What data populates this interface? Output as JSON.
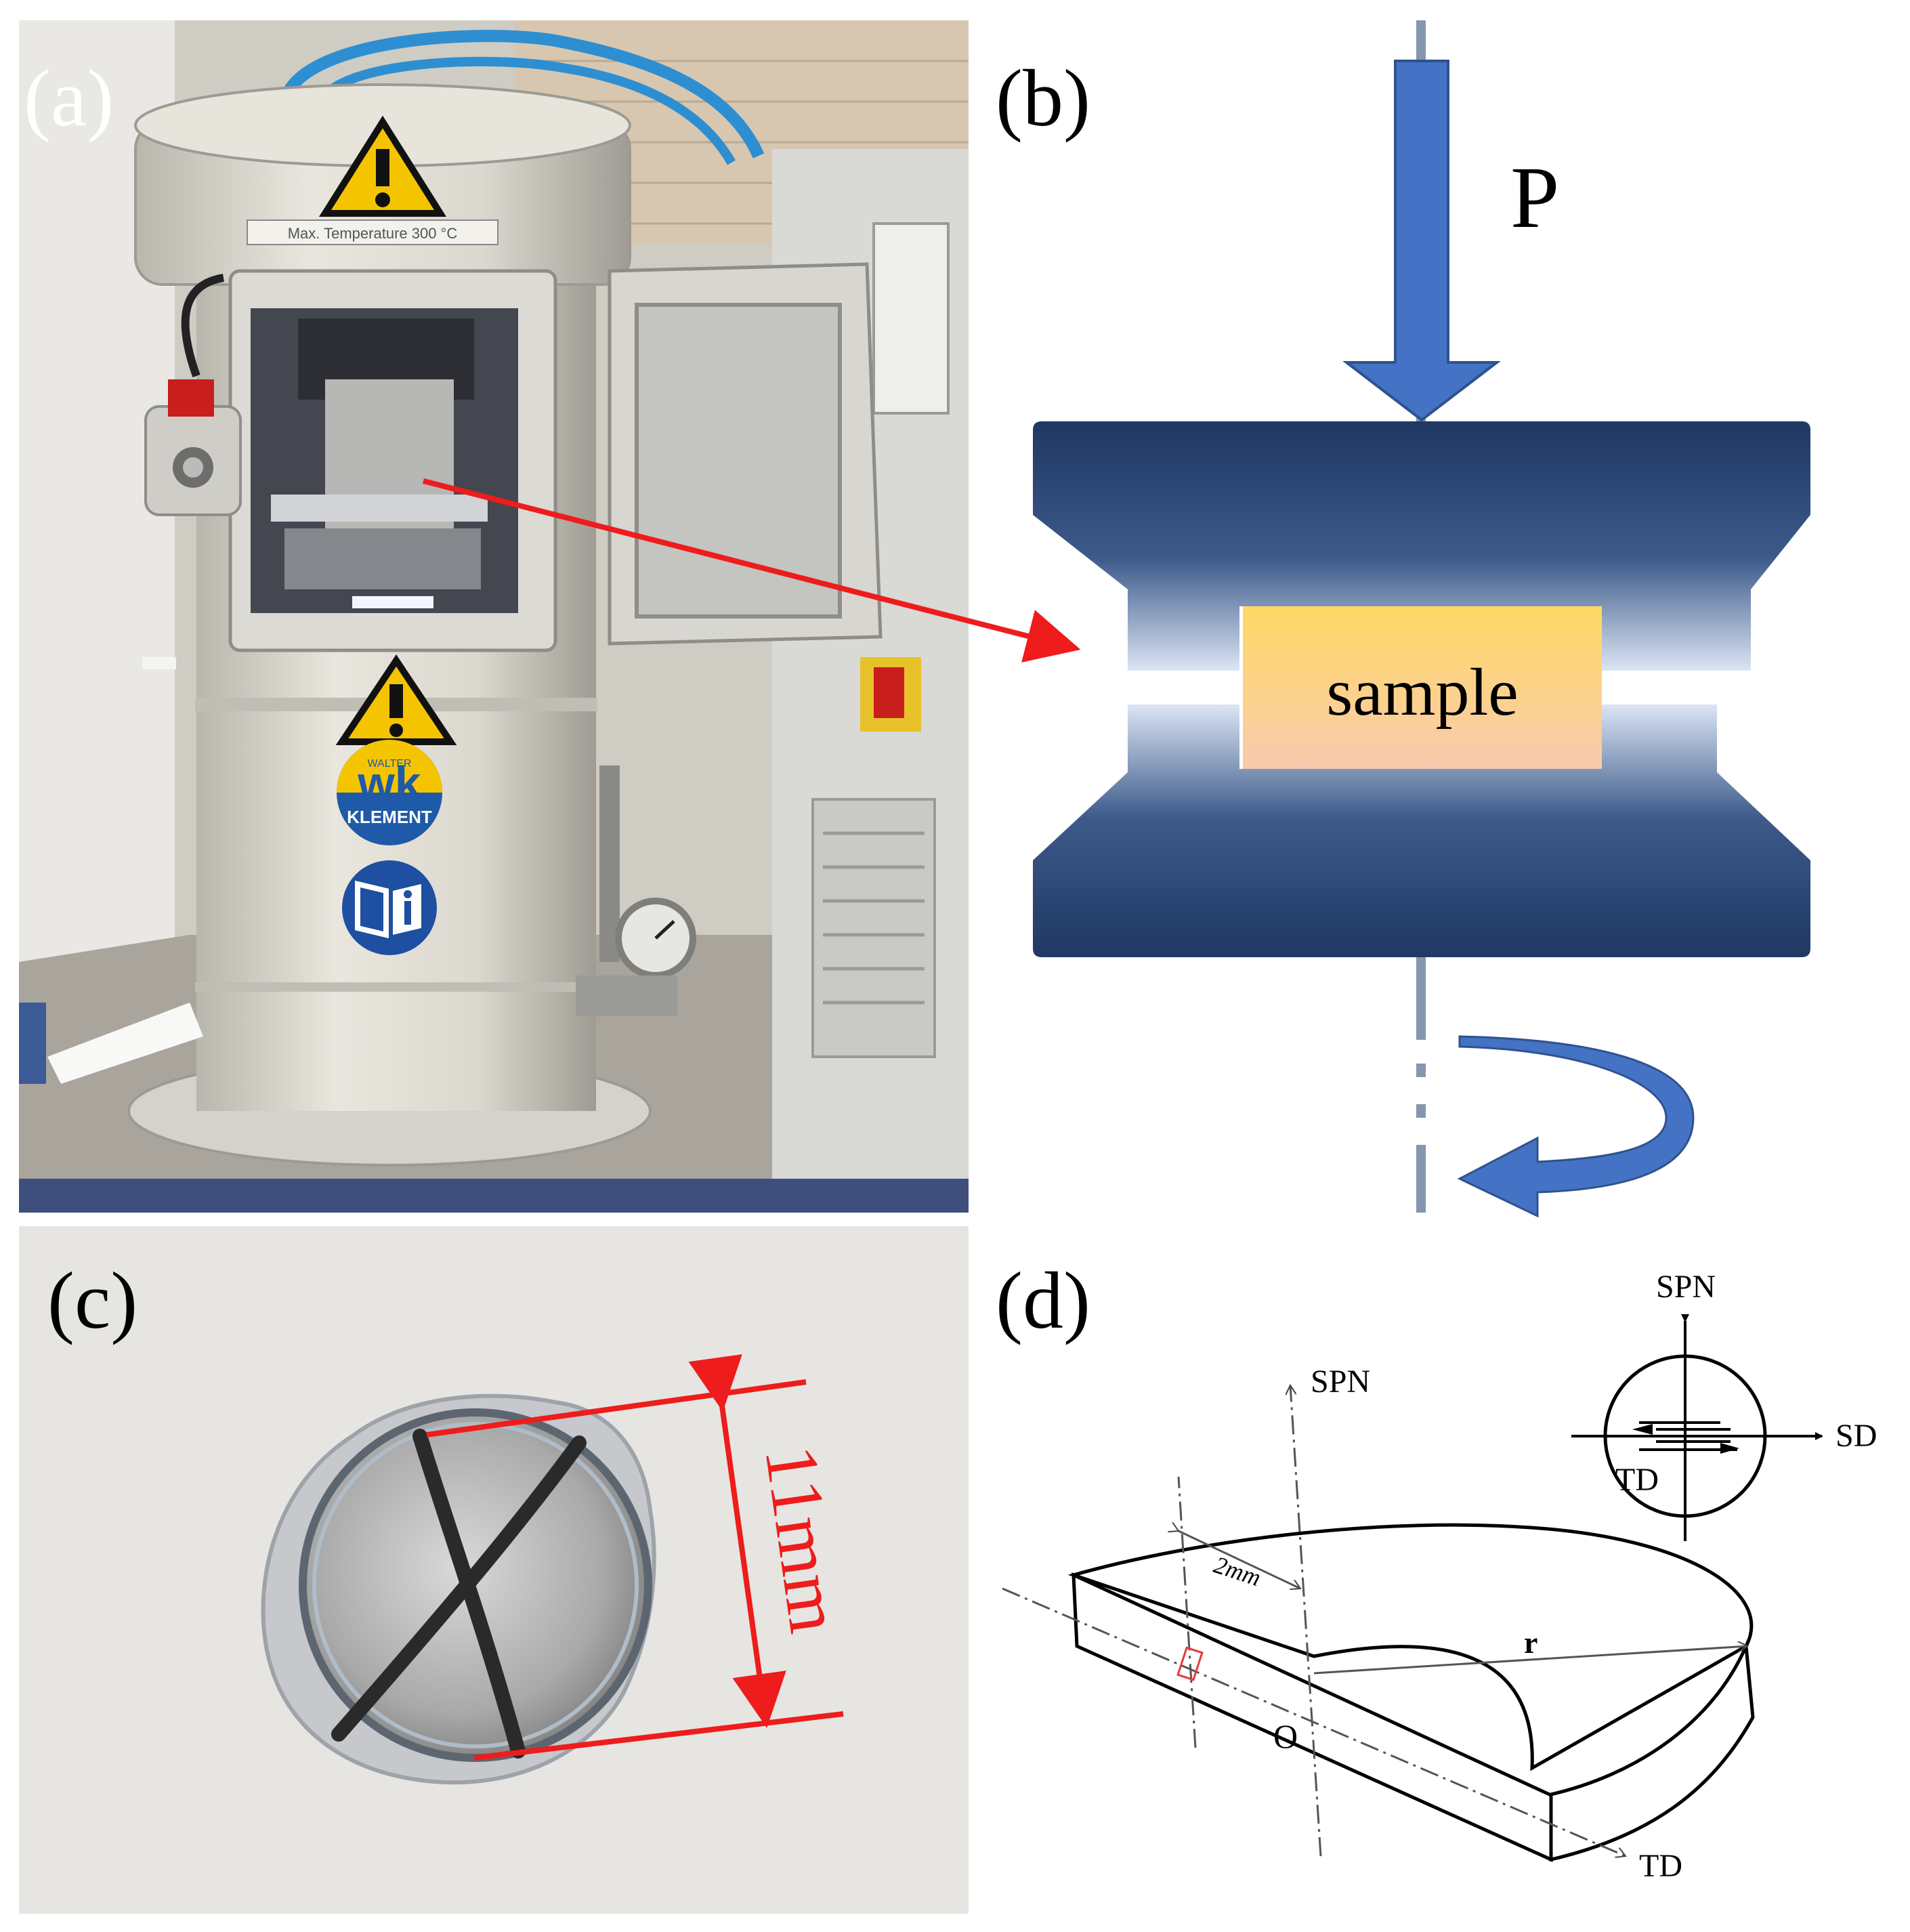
{
  "panels": {
    "a": {
      "label": "(a)",
      "warning_plate": "Max. Temperature 300 °C",
      "logo_text": "KLEMENT",
      "logo_small": "WALTER",
      "logo_letters": "wk"
    },
    "b": {
      "label": "(b)",
      "load_label": "P",
      "sample_label": "sample"
    },
    "c": {
      "label": "(c)",
      "dimension_label": "11mm"
    },
    "d": {
      "label": "(d)",
      "axis_spn_top": "SPN",
      "axis_sd": "SD",
      "axis_td_circle": "TD",
      "axis_spn_disc": "SPN",
      "offset_label": "2mm",
      "radius_label": "r",
      "origin_label": "O",
      "axis_td_disc": "TD"
    }
  },
  "colors": {
    "arrow_red": "#ee1c1c",
    "load_arrow_blue": "#4472c4",
    "anvil_dark": "#1f3864",
    "anvil_light": "#d6e2f3",
    "sample_top": "#ffd966",
    "sample_bottom": "#f8cbad"
  }
}
